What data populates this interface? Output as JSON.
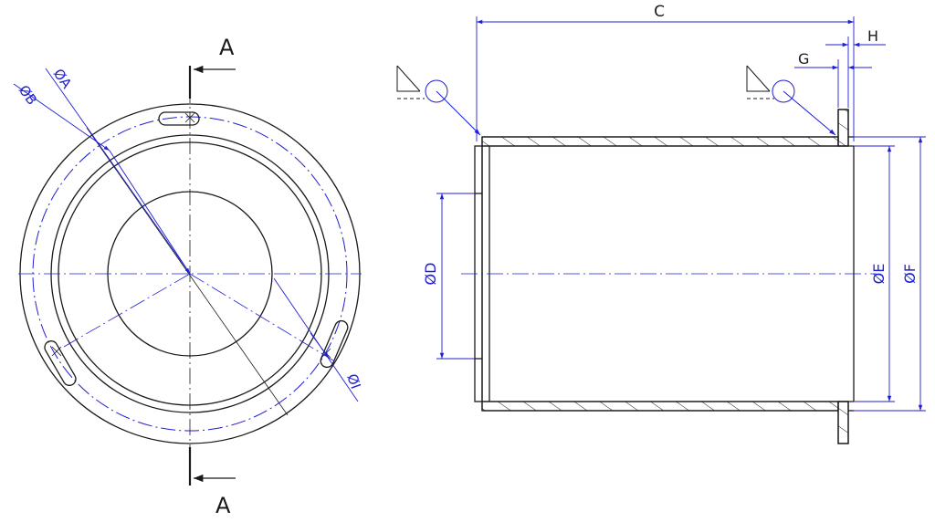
{
  "colors": {
    "outline": "#1a1a1a",
    "dimension": "#1f1fd6",
    "background": "#ffffff"
  },
  "section_view": {
    "section_letter_top": "A",
    "section_letter_bottom": "A"
  },
  "dimensions": {
    "dia_A": "ØA",
    "dia_B": "ØB",
    "C": "C",
    "dia_D": "ØD",
    "dia_E": "ØE",
    "dia_F": "ØF",
    "G": "G",
    "H": "H",
    "dia_I": "ØI"
  }
}
